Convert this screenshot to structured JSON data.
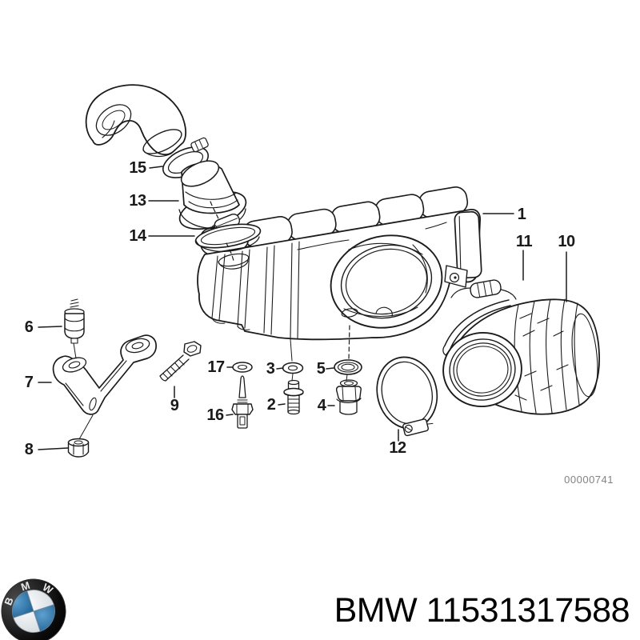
{
  "diagram": {
    "watermark": "00000741",
    "callouts": [
      {
        "label": "1"
      },
      {
        "label": "2"
      },
      {
        "label": "3"
      },
      {
        "label": "4"
      },
      {
        "label": "5"
      },
      {
        "label": "6"
      },
      {
        "label": "7"
      },
      {
        "label": "8"
      },
      {
        "label": "9"
      },
      {
        "label": "10"
      },
      {
        "label": "11"
      },
      {
        "label": "12"
      },
      {
        "label": "13"
      },
      {
        "label": "14"
      },
      {
        "label": "15"
      },
      {
        "label": "16"
      },
      {
        "label": "17"
      }
    ]
  },
  "logo": {
    "letters": [
      "B",
      "M",
      "W"
    ]
  },
  "footer": {
    "text": "BMW 11531317588"
  }
}
